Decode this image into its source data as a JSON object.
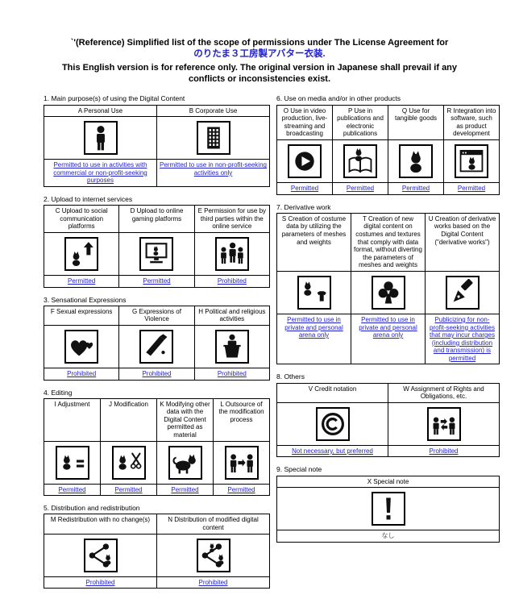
{
  "title": {
    "line1": "`'(Reference) Simplified list of the scope of permissions under The License Agreement for",
    "line2": "のりたま３工房製アバター衣装.",
    "line3": "This English version is for reference only. The original version in Japanese shall prevail if any conflicts or inconsistencies exist."
  },
  "colors": {
    "status_blue": "#2222cc",
    "title_jp_blue": "#2222cc"
  },
  "sections": [
    {
      "id": "main-purpose",
      "column": "left",
      "title": "1. Main purpose(s) of using the Digital Content",
      "cells": [
        {
          "header": "A Personal Use",
          "icon": "person-icon",
          "status": "Permitted to use in activities with commercial or non-profit-seeking purposes"
        },
        {
          "header": "B Corporate Use",
          "icon": "building-icon",
          "status": "Permitted to use in non-profit-seeking activities only"
        }
      ]
    },
    {
      "id": "upload-internet",
      "column": "left",
      "title": "2. Upload to internet services",
      "cells": [
        {
          "header": "C Upload to social communication platforms",
          "icon": "cat-upload-icon",
          "status": "Permitted"
        },
        {
          "header": "D Upload to online gaming platforms",
          "icon": "monitor-cat-icon",
          "status": "Permitted"
        },
        {
          "header": "E Permission for use by third parties within the online service",
          "icon": "third-party-group-icon",
          "status": "Prohibited"
        }
      ]
    },
    {
      "id": "sensational-expressions",
      "column": "left",
      "title": "3. Sensational Expressions",
      "cells": [
        {
          "header": "F Sexual expressions",
          "icon": "hearts-icon",
          "status": "Prohibited"
        },
        {
          "header": "G Expressions of Violence",
          "icon": "knife-icon",
          "status": "Prohibited"
        },
        {
          "header": "H Political and religious activities",
          "icon": "speaker-podium-icon",
          "status": "Prohibited"
        }
      ]
    },
    {
      "id": "editing",
      "column": "left",
      "title": "4. Editing",
      "cells": [
        {
          "header": "I Adjustment",
          "icon": "cat-equals-icon",
          "status": "Permitted"
        },
        {
          "header": "J Modification",
          "icon": "cat-scissors-icon",
          "status": "Permitted"
        },
        {
          "header": "K Modifying other data with the Digital Content permitted as material",
          "icon": "cat-material-icon",
          "status": "Permitted"
        },
        {
          "header": "L Outsource of the modification process",
          "icon": "outsource-people-icon",
          "status": "Permitted"
        }
      ]
    },
    {
      "id": "distribution",
      "column": "left",
      "title": "5. Distribution and redistribution",
      "cells": [
        {
          "header": "M Redistribution with no change(s)",
          "icon": "share-cat-icon",
          "status": "Prohibited"
        },
        {
          "header": "N Distribution of modified digital content",
          "icon": "share-cats-icon",
          "status": "Prohibited"
        }
      ]
    },
    {
      "id": "media-products",
      "column": "right",
      "title": "6. Use on media and/or in other products",
      "cells": [
        {
          "header": "O Use in video production, live-streaming and broadcasting",
          "icon": "video-play-icon",
          "status": "Permitted"
        },
        {
          "header": "P Use in publications and electronic publications",
          "icon": "book-cat-icon",
          "status": "Permitted"
        },
        {
          "header": "Q Use for tangible goods",
          "icon": "goods-cat-icon",
          "status": "Permitted"
        },
        {
          "header": "R Integration into software, such as product development",
          "icon": "software-cat-icon",
          "status": "Permitted"
        }
      ]
    },
    {
      "id": "derivative-work",
      "column": "right",
      "title": "7. Derivative work",
      "cells": [
        {
          "header": "S Creation of costume data by utilizing the parameters of meshes and weights",
          "icon": "costume-cat-icon",
          "status": "Permitted to use in private and personal arena only"
        },
        {
          "header": "T Creation of new digital content on costumes and textures that comply with data format, without diverting the parameters of meshes and weights",
          "icon": "clover-icon",
          "status": "Permitted to use in private and personal arena only"
        },
        {
          "header": "U Creation of derivative works based on the Digital Content (\"derivative works\")",
          "icon": "pen-icon",
          "status": "Publicizing for non-profit-seeking activities that may incur charges (including distribution and transmission) is permitted"
        }
      ]
    },
    {
      "id": "others",
      "column": "right",
      "title": "8. Others",
      "cells": [
        {
          "header": "V Credit notation",
          "icon": "copyright-icon",
          "status": "Not necessary, but preferred"
        },
        {
          "header": "W Assignment of Rights and Obligations, etc.",
          "icon": "assignment-people-icon",
          "status": "Prohibited"
        }
      ]
    },
    {
      "id": "special-note",
      "column": "right",
      "title": "9. Special note",
      "cells": [
        {
          "header": "X Special note",
          "icon": "exclamation-icon",
          "status": "なし",
          "plain": true
        }
      ]
    }
  ]
}
